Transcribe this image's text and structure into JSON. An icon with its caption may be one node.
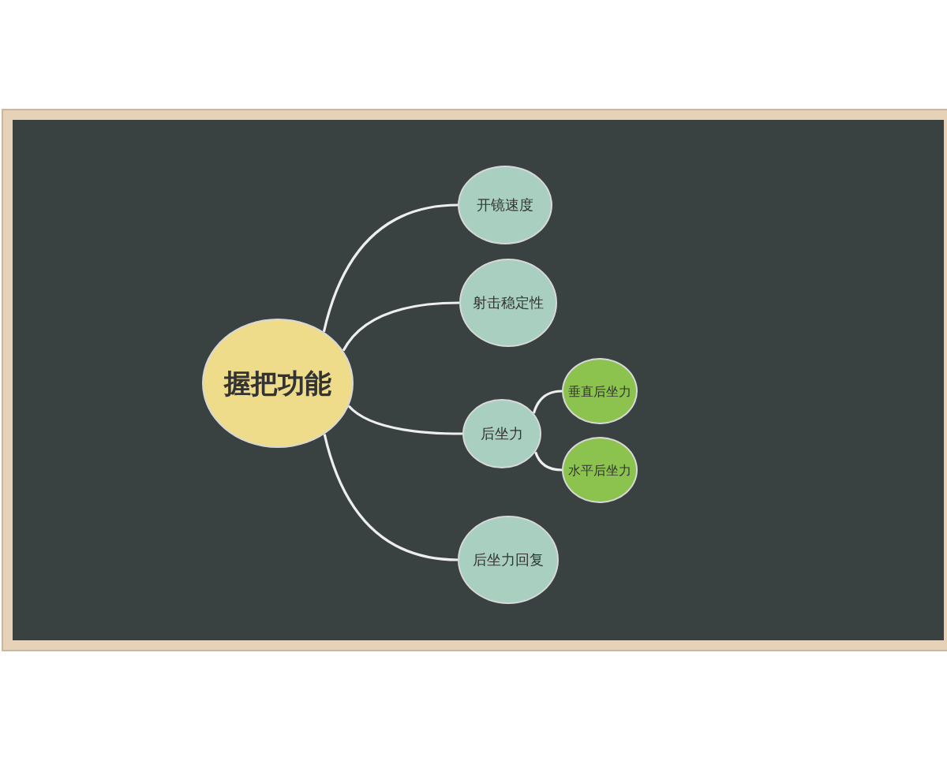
{
  "diagram": {
    "nodes": [
      {
        "text": [
          "握把功能"
        ]
      },
      {
        "text": [
          "开镜速度"
        ]
      },
      {
        "text": [
          "射击稳定性"
        ]
      },
      {
        "text": [
          "后坐力"
        ]
      },
      {
        "text": [
          "垂直后坐力"
        ]
      },
      {
        "text": [
          "水平后坐力"
        ]
      },
      {
        "text": [
          "后坐力回复"
        ]
      }
    ],
    "edges": [
      {
        "from": 0,
        "to": 1,
        "arrow": "none"
      },
      {
        "from": 0,
        "to": 2,
        "arrow": "none"
      },
      {
        "from": 0,
        "to": 3,
        "arrow": "none"
      },
      {
        "from": 0,
        "to": 6,
        "arrow": "none"
      },
      {
        "from": 3,
        "to": 4,
        "arrow": "none"
      },
      {
        "from": 3,
        "to": 5,
        "arrow": "none"
      }
    ]
  }
}
